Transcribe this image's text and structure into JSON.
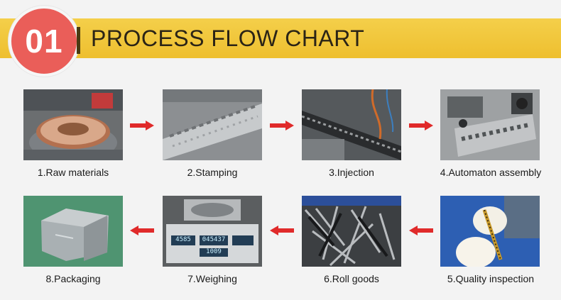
{
  "header": {
    "badge_number": "01",
    "title": "PROCESS FLOW CHART"
  },
  "steps": [
    {
      "label": "1.Raw materials"
    },
    {
      "label": "2.Stamping"
    },
    {
      "label": "3.Injection"
    },
    {
      "label": "4.Automaton assembly"
    },
    {
      "label": "5.Quality inspection"
    },
    {
      "label": "6.Roll goods"
    },
    {
      "label": "7.Weighing"
    },
    {
      "label": "8.Packaging"
    }
  ],
  "scale_display": {
    "weight": "4585",
    "total": "045437",
    "count": "1009"
  },
  "colors": {
    "header_band": "#f0c53a",
    "badge": "#ea5e59",
    "arrow": "#e02a2a"
  }
}
